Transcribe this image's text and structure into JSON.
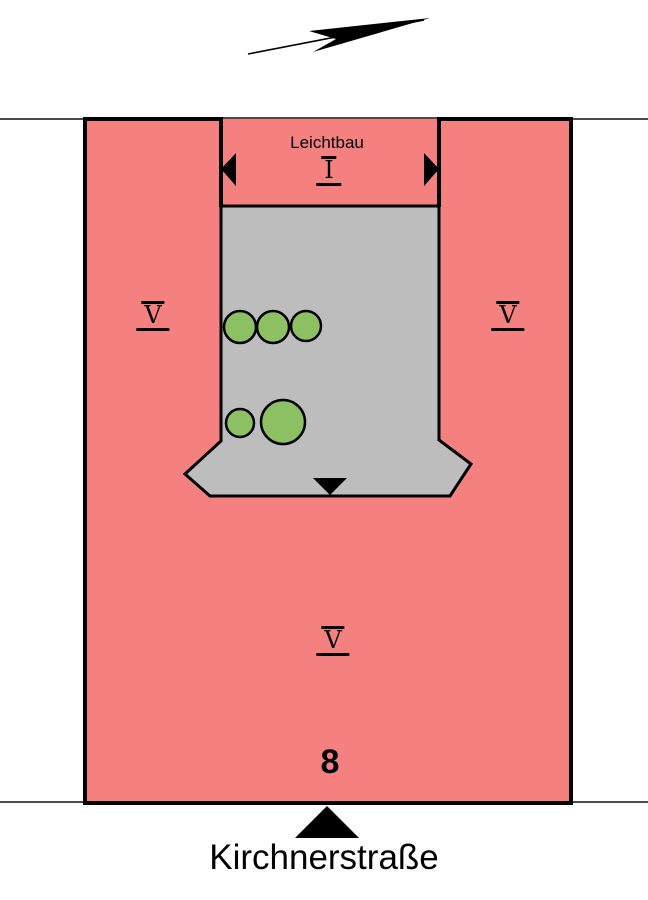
{
  "plan": {
    "annex": {
      "label": "Leichtbau",
      "storeys": "I"
    },
    "wings": {
      "left_storeys": "V",
      "right_storeys": "V",
      "main_storeys": "V"
    },
    "address": {
      "house_number": "8",
      "street": "Kirchnerstraße"
    }
  },
  "icons": {
    "north_arrow": "north-arrow-icon",
    "entrance_arrow_left": "arrow-left-icon",
    "entrance_arrow_right": "arrow-right-icon",
    "courtyard_entrance_marker": "triangle-down-icon",
    "street_entrance_marker": "triangle-up-icon",
    "tree": "tree-circle-icon"
  },
  "colors": {
    "building_fill": "#F58080",
    "courtyard_fill": "#BDBDBD",
    "tree_fill": "#8CC063",
    "outline": "#000000",
    "parcel_line": "#4A4A4A",
    "background": "#FFFFFF"
  }
}
